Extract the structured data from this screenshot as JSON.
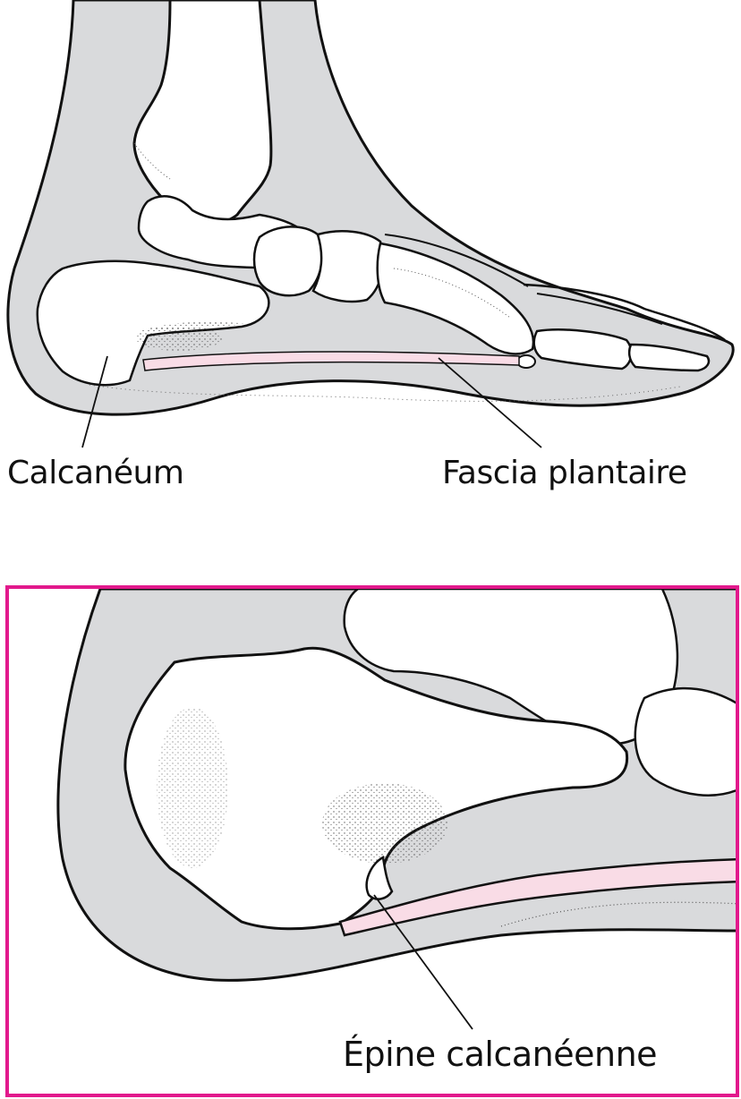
{
  "figure": {
    "title": "",
    "top_panel": {
      "description": "Lateral view of foot skeleton showing heel bone and plantar fascia",
      "labels": [
        {
          "id": "calcaneum",
          "text": "Calcanéum"
        },
        {
          "id": "fascia",
          "text": "Fascia plantaire"
        }
      ]
    },
    "inset_panel": {
      "description": "Close-up of heel showing bone spur at fascia insertion",
      "labels": [
        {
          "id": "epine",
          "text": "Épine calcanéenne"
        }
      ]
    }
  },
  "colors": {
    "soft_tissue": "#d9dadc",
    "bone": "#ffffff",
    "fascia": "#f9dce6",
    "outline": "#111111",
    "inset_border": "#e2198c",
    "background": "#ffffff"
  }
}
